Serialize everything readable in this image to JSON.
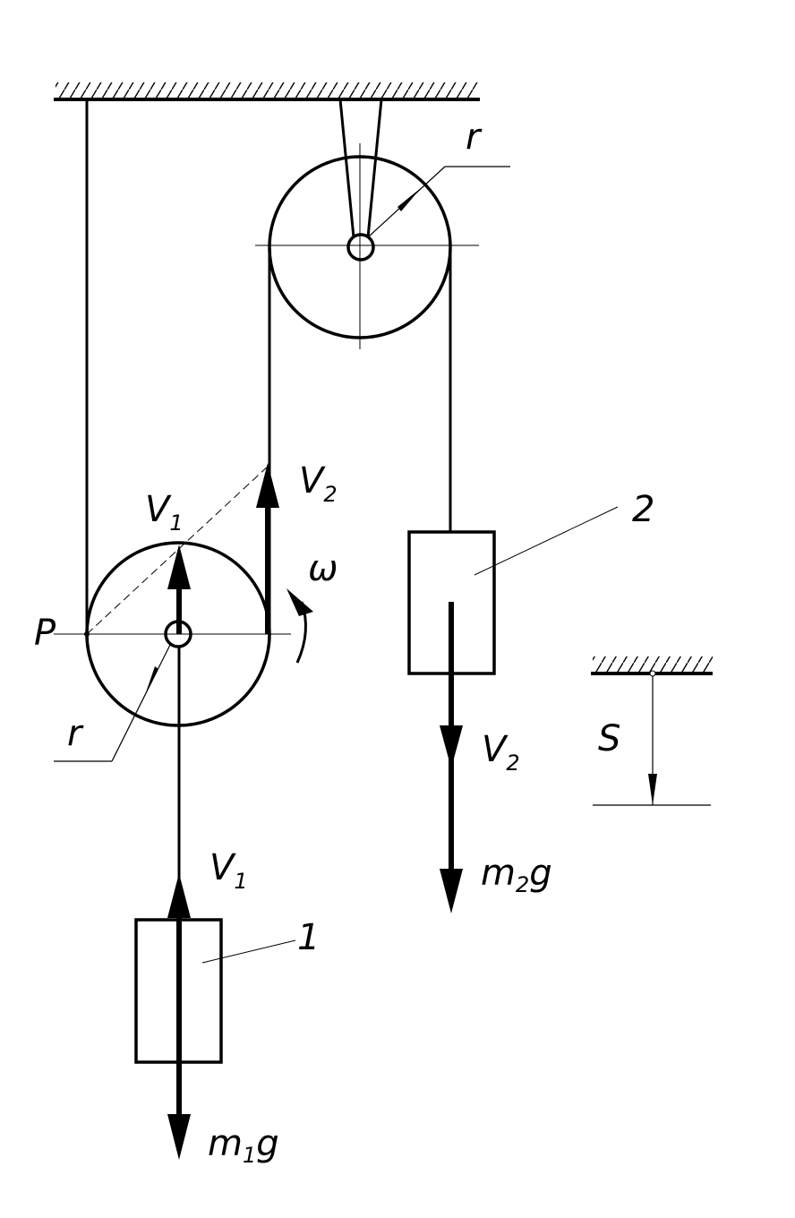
{
  "labels": {
    "r_top": "r",
    "r_bottom": "r",
    "P": "P",
    "omega": "ω",
    "V1_top": {
      "main": "V",
      "sub": "1"
    },
    "V2_top": {
      "main": "V",
      "sub": "2"
    },
    "V1_bottom": {
      "main": "V",
      "sub": "1"
    },
    "V2_right": {
      "main": "V",
      "sub": "2"
    },
    "m1g": {
      "pre": "m",
      "sub": "1",
      "post": "g"
    },
    "m2g": {
      "pre": "m",
      "sub": "2",
      "post": "g"
    },
    "body1": "1",
    "body2": "2",
    "S": "S"
  }
}
